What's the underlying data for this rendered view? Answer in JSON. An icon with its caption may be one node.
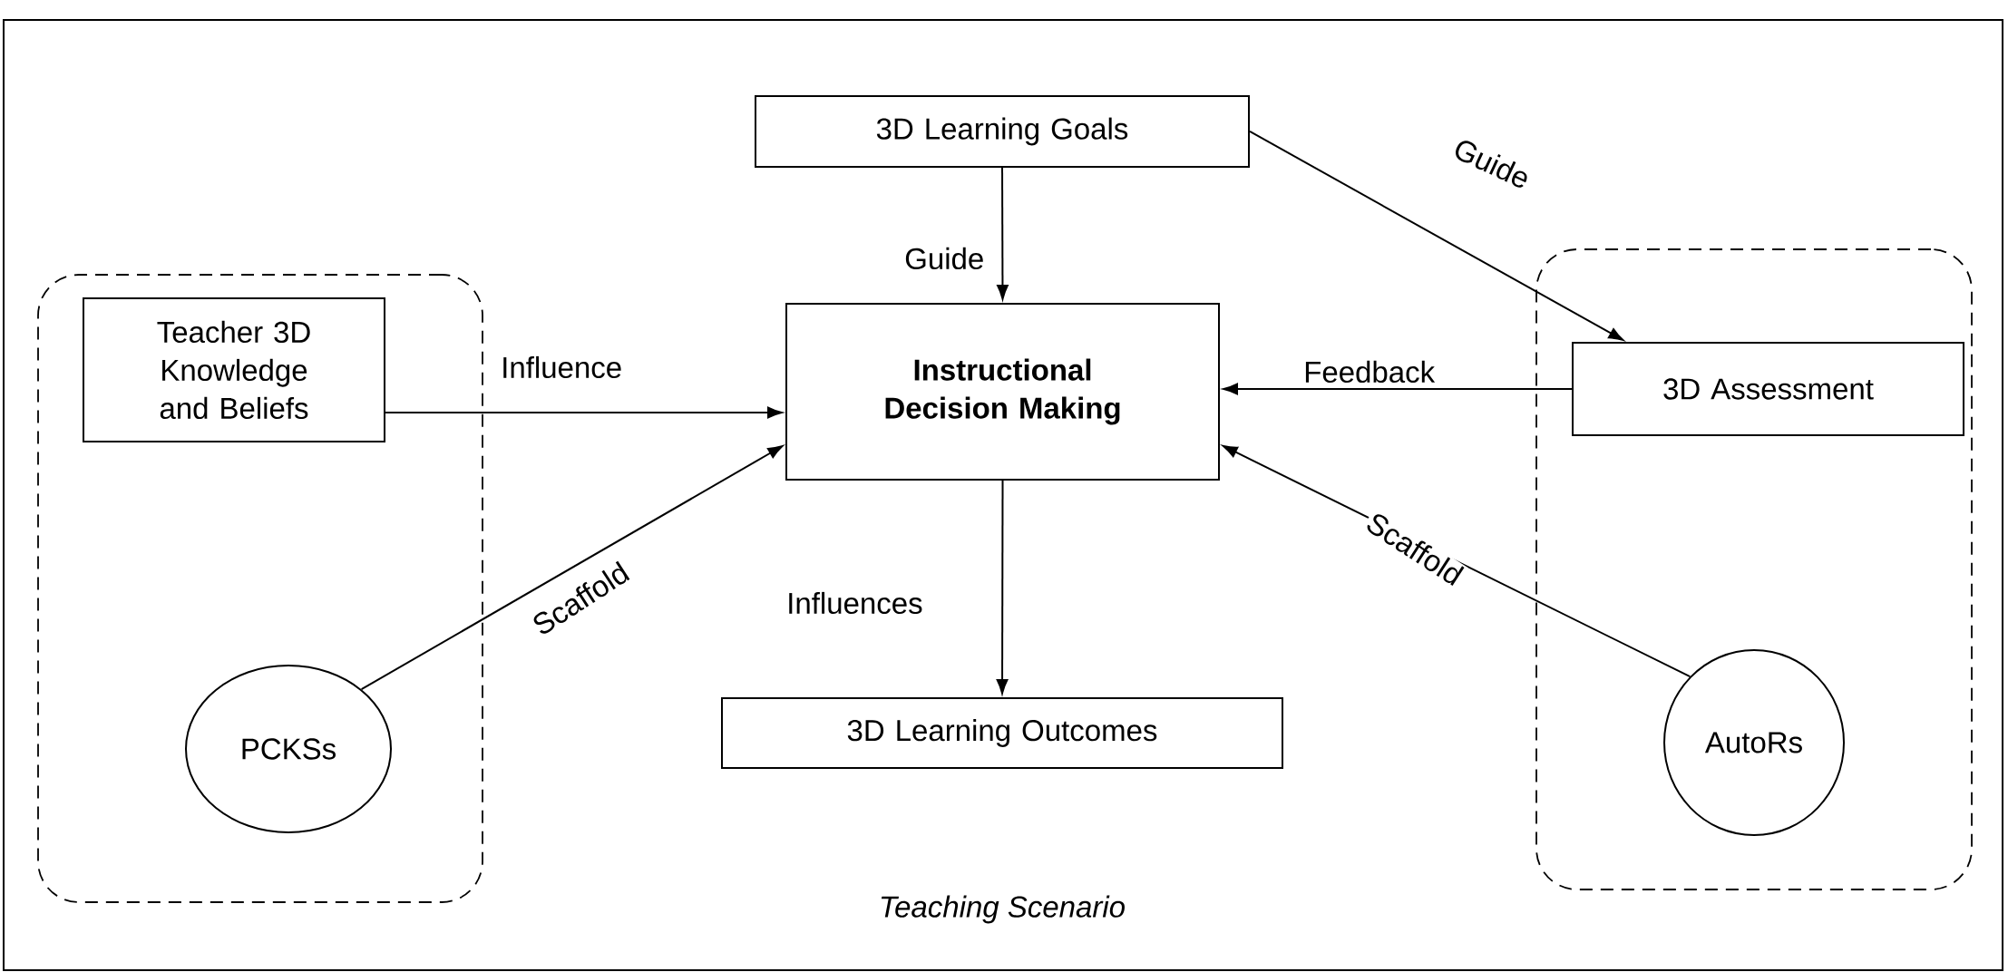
{
  "diagram": {
    "nodes": [
      {
        "text": [
          "Teaching Scenario"
        ]
      },
      {
        "text": [],
        "shape": "box",
        "in": 0
      },
      {
        "text": [
          "Teacher 3D Knowledge and Beliefs"
        ],
        "in": 1
      },
      {
        "text": [
          "PCKSs"
        ],
        "in": 1
      },
      {
        "text": [
          "3D Learning Goals"
        ],
        "in": 0
      },
      {
        "text": [
          "Instructional Decision Making"
        ],
        "in": 0
      },
      {
        "text": [
          "3D Learning Outcomes"
        ],
        "in": 0
      },
      {
        "text": [],
        "shape": "box",
        "in": 0
      },
      {
        "text": [
          "3D Assessment"
        ],
        "in": 7
      },
      {
        "text": [
          "AutoRs"
        ],
        "in": 7
      }
    ],
    "edges": [
      {
        "from": 4,
        "to": 5,
        "arrow": "to",
        "label": "Guide"
      },
      {
        "from": 4,
        "to": 8,
        "arrow": "to",
        "label": "Guide"
      },
      {
        "from": 2,
        "to": 5,
        "arrow": "to",
        "label": "Influence"
      },
      {
        "from": 8,
        "to": 5,
        "arrow": "to",
        "label": "Feedback"
      },
      {
        "from": 3,
        "to": 5,
        "arrow": "to",
        "label": "Scaffold"
      },
      {
        "from": 9,
        "to": 5,
        "arrow": "to",
        "label": "Scaffold"
      },
      {
        "from": 5,
        "to": 6,
        "arrow": "to",
        "label": "Influences"
      }
    ]
  }
}
